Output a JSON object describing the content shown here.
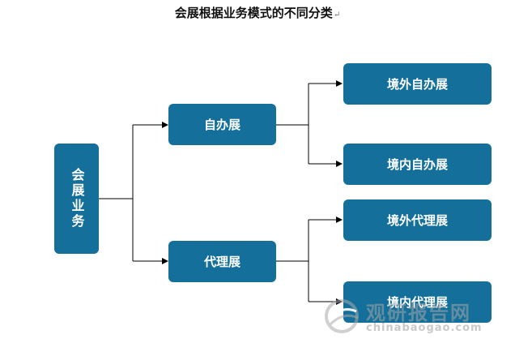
{
  "title": "会展根据业务模式的不同分类",
  "title_mark": "↵",
  "root": {
    "label": "会展业务"
  },
  "branches": [
    {
      "label": "自办展",
      "children": [
        "境外自办展",
        "境内自办展"
      ]
    },
    {
      "label": "代理展",
      "children": [
        "境外代理展",
        "境内代理展"
      ]
    }
  ],
  "watermark": {
    "cn": "观研报告网",
    "en": "chinabaogao.com"
  },
  "colors": {
    "node": "#14709b",
    "edge": "#000000"
  }
}
